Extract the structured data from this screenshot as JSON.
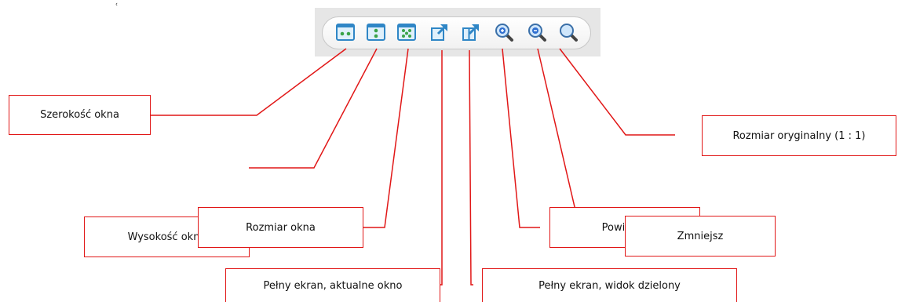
{
  "colors": {
    "leader": "#e11717",
    "icon_blue": "#2f86c6",
    "icon_green": "#3aa34a"
  },
  "toolbar": {
    "icons": [
      {
        "name": "fit-width-icon"
      },
      {
        "name": "fit-height-icon"
      },
      {
        "name": "fit-window-icon"
      },
      {
        "name": "fullscreen-current-window-icon"
      },
      {
        "name": "fullscreen-split-view-icon"
      },
      {
        "name": "zoom-in-icon"
      },
      {
        "name": "zoom-out-icon"
      },
      {
        "name": "zoom-original-icon"
      }
    ]
  },
  "labels": {
    "fit_width": "Szerokość okna",
    "fit_height": "Wysokość okna",
    "fit_window": "Rozmiar okna",
    "fullscreen_current": "Pełny ekran, aktualne okno",
    "fullscreen_split": "Pełny ekran, widok dzielony",
    "zoom_in": "Powiększ",
    "zoom_out": "Zmniejsz",
    "zoom_original": "Rozmiar oryginalny (1 : 1)"
  }
}
